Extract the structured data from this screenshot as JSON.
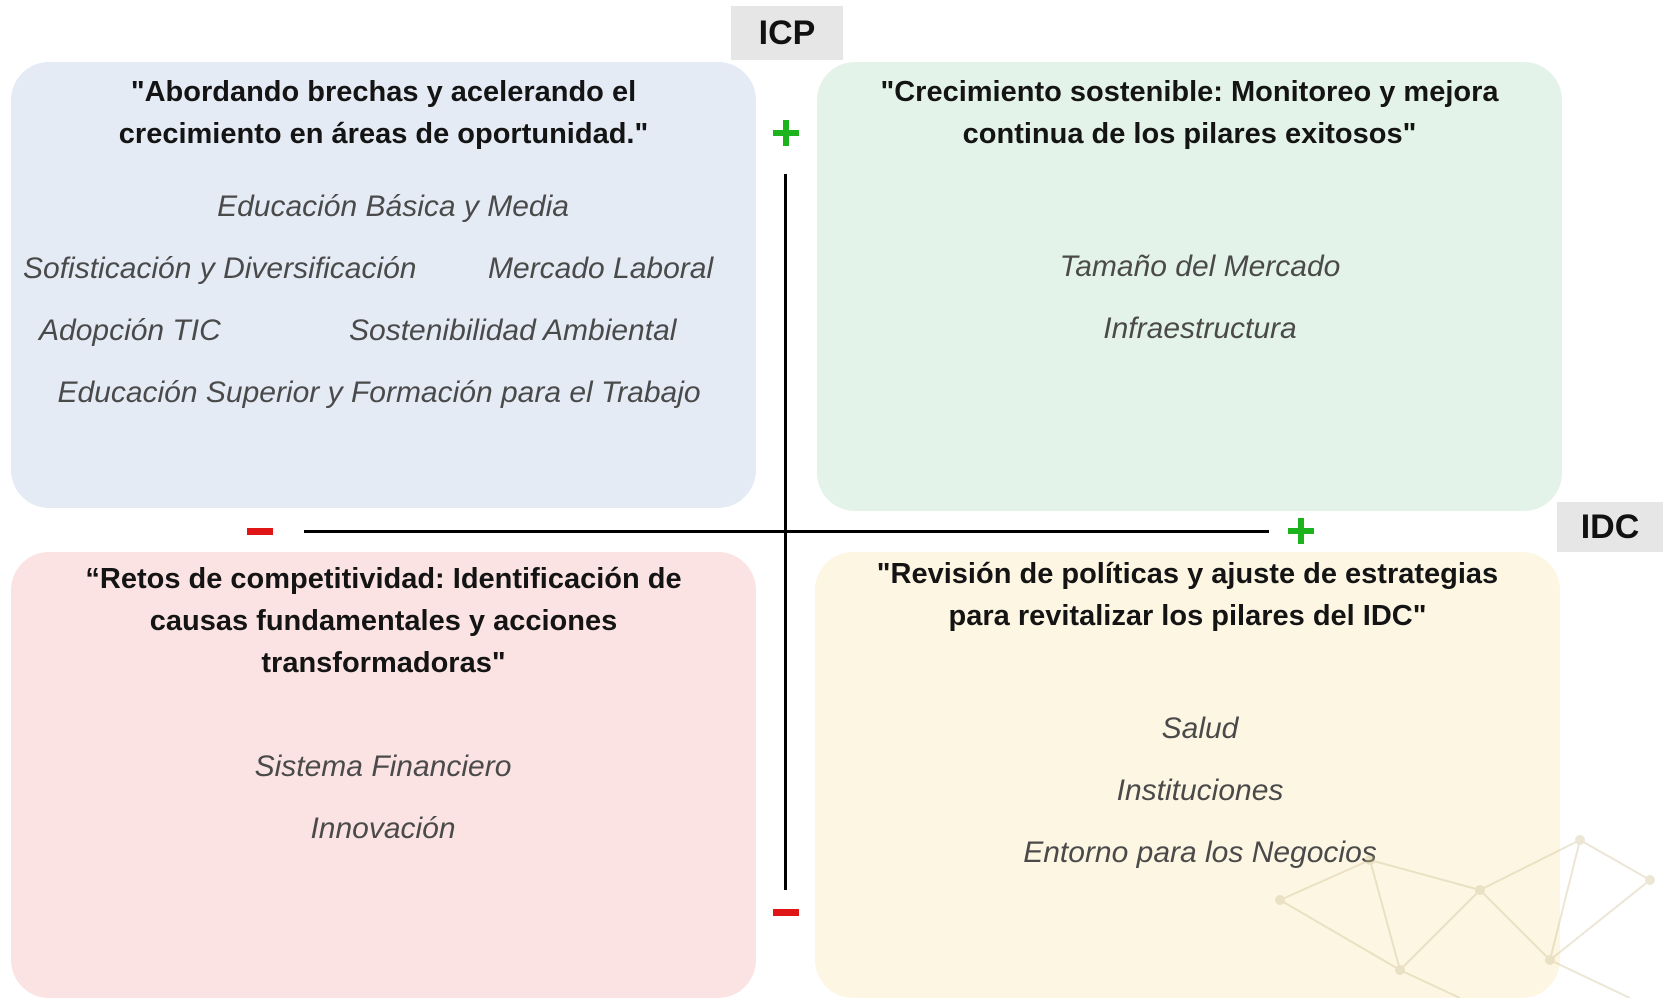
{
  "axes": {
    "vertical_label": "ICP",
    "horizontal_label": "IDC",
    "plus_color": "#1db31d",
    "minus_color": "#e01515"
  },
  "quadrants": {
    "top_left": {
      "title_line1": "\"Abordando brechas y acelerando el",
      "title_line2": "crecimiento en áreas de oportunidad.\"",
      "color": "#e4ebf5",
      "items": [
        "Educación Básica y Media",
        "Sofisticación y Diversificación",
        "Mercado Laboral",
        "Adopción TIC",
        "Sostenibilidad Ambiental",
        "Educación Superior y Formación para el Trabajo"
      ]
    },
    "top_right": {
      "title_line1": "\"Crecimiento sostenible: Monitoreo y mejora",
      "title_line2": "continua de los pilares exitosos\"",
      "color": "#e4f3e9",
      "items": [
        "Tamaño del Mercado",
        "Infraestructura"
      ]
    },
    "bottom_left": {
      "title_line1": "“Retos de competitividad: Identificación de",
      "title_line2": "causas fundamentales y acciones",
      "title_line3": "transformadoras\"",
      "color": "#fbe3e4",
      "items": [
        "Sistema Financiero",
        "Innovación"
      ]
    },
    "bottom_right": {
      "title_line1": "\"Revisión de políticas y ajuste de estrategias",
      "title_line2": "para revitalizar los pilares del IDC\"",
      "color": "#fdf6e3",
      "items": [
        "Salud",
        "Instituciones",
        "Entorno para los Negocios"
      ]
    }
  }
}
